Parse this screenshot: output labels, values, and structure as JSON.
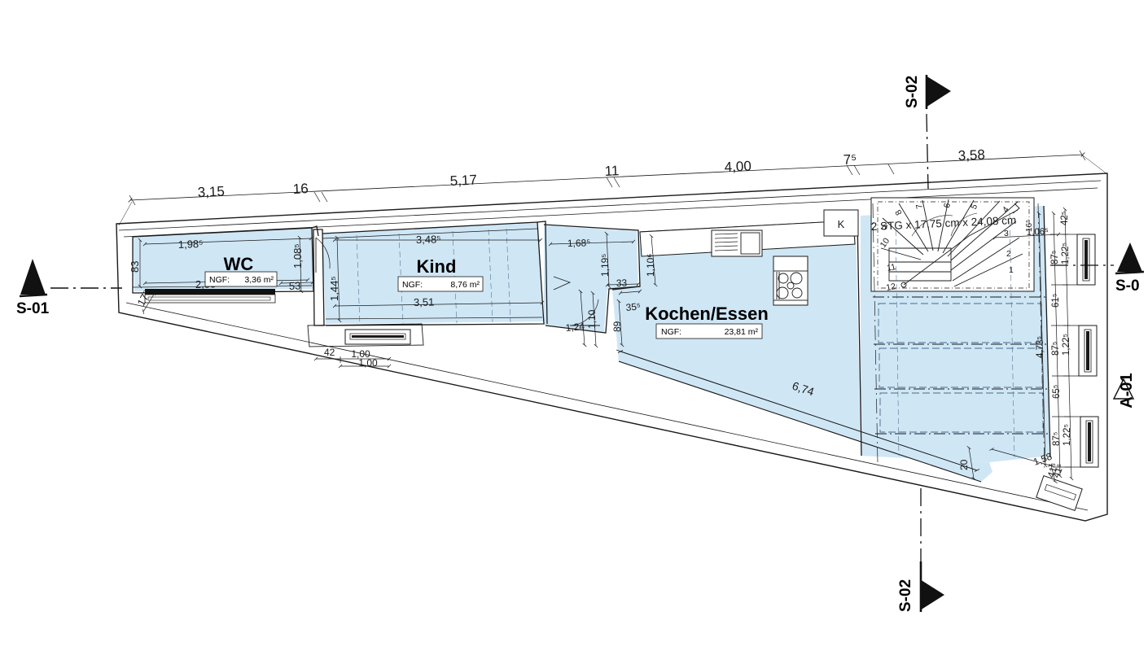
{
  "drawing": {
    "type": "architectural-floor-plan",
    "language": "de",
    "fill_color": "#cfe6f5",
    "line_color": "#1a1a1a",
    "background": "#ffffff"
  },
  "rooms": [
    {
      "id": "wc",
      "name": "WC",
      "ngf_label": "NGF:",
      "ngf_value": "3,36 m²"
    },
    {
      "id": "kind",
      "name": "Kind",
      "ngf_label": "NGF:",
      "ngf_value": "8,76 m²"
    },
    {
      "id": "kochen",
      "name": "Kochen/Essen",
      "ngf_label": "NGF:",
      "ngf_value": "23,81 m²"
    }
  ],
  "stair": {
    "note": "2 STG x 17,75 cm x 24,08 cm",
    "step_numbers": [
      "1",
      "2",
      "3",
      "4",
      "5",
      "6",
      "7",
      "8",
      "9",
      "10",
      "11",
      "12"
    ]
  },
  "appliances": [
    {
      "id": "fridge",
      "label": "K"
    }
  ],
  "section_markers": [
    {
      "id": "s01-left",
      "label": "S-01",
      "arrow": "up"
    },
    {
      "id": "s02-top",
      "label": "S-02",
      "arrow": "right"
    },
    {
      "id": "s02-bottom",
      "label": "S-02",
      "arrow": "right"
    },
    {
      "id": "s0-right",
      "label": "S-0",
      "arrow": "up"
    },
    {
      "id": "a01-right",
      "label": "A-01",
      "arrow": "triangle-outline"
    }
  ],
  "dimensions": {
    "top_chain": [
      "3,15",
      "16",
      "5,17",
      "11",
      "4,00",
      "7⁵",
      "3,58"
    ],
    "bottom_chain": [
      "42",
      "1,00",
      "1,00"
    ],
    "right_chain": [
      "42⁵",
      "1,22⁵",
      "87⁵",
      "61⁵",
      "1,22⁵",
      "87⁵",
      "65⁵",
      "1,22⁵",
      "87⁵",
      "41⁵"
    ],
    "right_overall": [
      "1,06⁵",
      "4,73⁵"
    ],
    "wc": [
      "83",
      "1,98⁵",
      "2,55",
      "53",
      "17⁵",
      "1,08⁵"
    ],
    "kind": [
      "1,44⁵",
      "3,48⁵",
      "3,51"
    ],
    "middle": [
      "1,68⁵",
      "1,19⁵",
      "33",
      "1,10⁶",
      "35⁵",
      "1,24",
      "1,10",
      "89"
    ],
    "kochen": [
      "6,74"
    ],
    "bottom_right": [
      "20",
      "1,58",
      "41⁵"
    ],
    "stair_area": [
      "16⁵"
    ]
  }
}
